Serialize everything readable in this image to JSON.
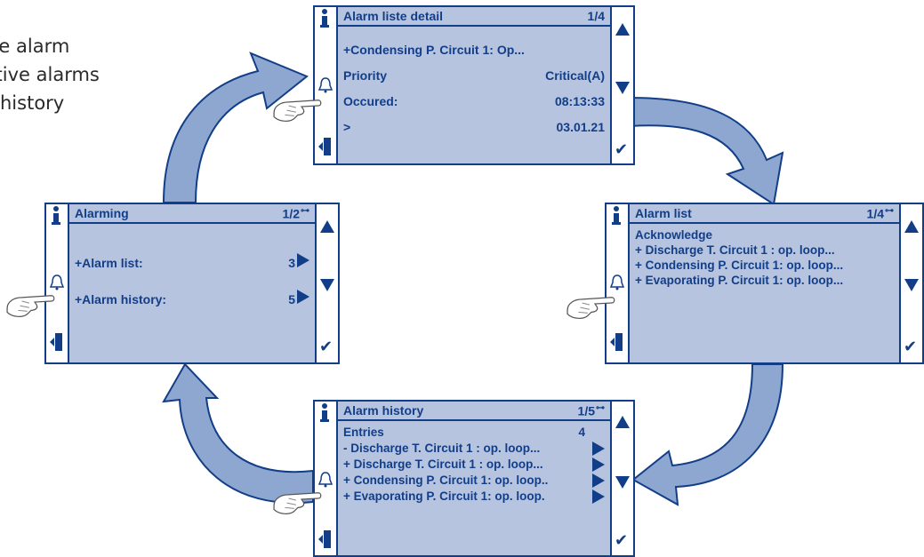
{
  "legend": {
    "line1": "ve alarm",
    "line2": "ctive alarms",
    "line3": "history"
  },
  "colors": {
    "screen_bg": "#b7c4e0",
    "screen_border": "#123e88",
    "cycle_arrow": "#8ea7d0"
  },
  "screens": {
    "detail": {
      "title": "Alarm liste detail",
      "page": "1/4",
      "rows": [
        {
          "left": "+Condensing P. Circuit 1: Op...",
          "right": ""
        },
        {
          "left": "Priority",
          "right": "Critical(A)"
        },
        {
          "left": "Occured:",
          "right": "08:13:33"
        },
        {
          "left": ">",
          "right": "03.01.21"
        }
      ]
    },
    "alarming": {
      "title": "Alarming",
      "page": "1/2",
      "rows": [
        {
          "left": "+Alarm list:",
          "right": "3"
        },
        {
          "left": "+Alarm history:",
          "right": "5"
        }
      ]
    },
    "alarm_list": {
      "title": "Alarm list",
      "page": "1/4",
      "rows": [
        "Acknowledge",
        "+ Discharge T. Circuit 1 : op. loop...",
        "+ Condensing P. Circuit 1: op. loop...",
        "+ Evaporating P. Circuit 1: op. loop..."
      ]
    },
    "history": {
      "title": "Alarm history",
      "page": "1/5",
      "entries_label": "Entries",
      "entries_count": "4",
      "rows": [
        "- Discharge T. Circuit 1 : op. loop...",
        "+ Discharge T. Circuit 1 : op. loop...",
        "+ Condensing P. Circuit 1: op. loop..",
        "+ Evaporating P. Circuit 1: op. loop."
      ]
    }
  },
  "icons": [
    "info-icon",
    "bell-icon",
    "exit-door-icon",
    "scroll-up-icon",
    "scroll-down-icon",
    "checkmark-icon",
    "pointing-hand-icon",
    "key-icon"
  ]
}
